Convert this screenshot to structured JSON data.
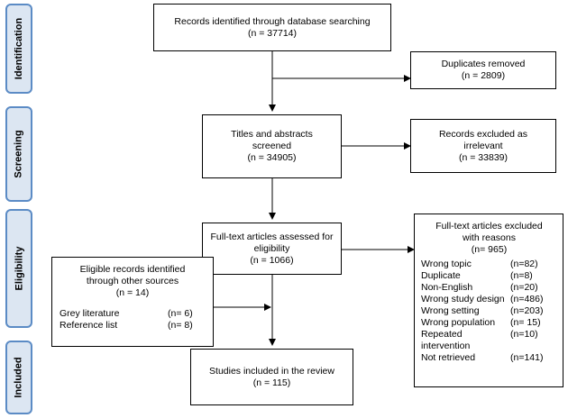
{
  "phases": {
    "identification": "Identification",
    "screening": "Screening",
    "eligibility": "Eligibility",
    "included": "Included"
  },
  "identified": {
    "line1": "Records identified through database searching",
    "line2": "(n = 37714)"
  },
  "duplicates": {
    "line1": "Duplicates removed",
    "line2": "(n = 2809)"
  },
  "screened": {
    "line1": "Titles and abstracts",
    "line2": "screened",
    "line3": "(n = 34905)"
  },
  "excluded_irrelevant": {
    "line1": "Records excluded as",
    "line2": "irrelevant",
    "line3": "(n = 33839)"
  },
  "fulltext": {
    "line1": "Full-text articles assessed for",
    "line2": "eligibility",
    "line3": "(n = 1066)"
  },
  "fulltext_excluded": {
    "line1": "Full-text articles excluded",
    "line2": "with reasons",
    "line3": "(n= 965)",
    "reasons": [
      {
        "label": "Wrong topic",
        "count": "(n=82)"
      },
      {
        "label": "Duplicate",
        "count": "(n=8)"
      },
      {
        "label": "Non-English",
        "count": "(n=20)"
      },
      {
        "label": "Wrong study design",
        "count": "(n=486)"
      },
      {
        "label": "Wrong setting",
        "count": "(n=203)"
      },
      {
        "label": "Wrong population",
        "count": "(n= 15)"
      },
      {
        "label": "Repeated",
        "count": "(n=10)"
      },
      {
        "label": "intervention",
        "count": ""
      },
      {
        "label": "Not retrieved",
        "count": "(n=141)"
      }
    ]
  },
  "other_sources": {
    "line1": "Eligible records identified",
    "line2": "through other sources",
    "line3": "(n = 14)",
    "items": [
      {
        "label": "Grey literature",
        "count": "(n= 6)"
      },
      {
        "label": "Reference list",
        "count": "(n= 8)"
      }
    ]
  },
  "included": {
    "line1": "Studies included in the review",
    "line2": "(n = 115)"
  }
}
